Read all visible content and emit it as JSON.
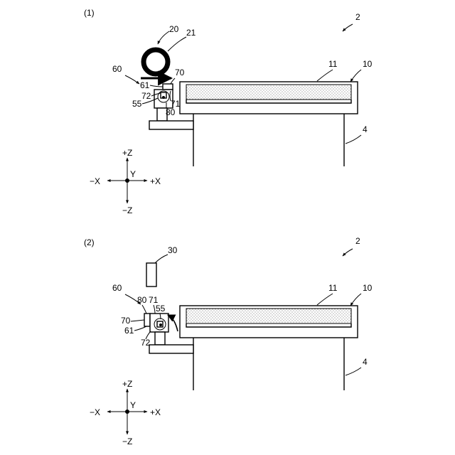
{
  "figure1": {
    "panel_label": "(1)",
    "labels": {
      "device": "2",
      "tray": "10",
      "media": "11",
      "leg": "4",
      "roll_assembly": "20",
      "roll": "21",
      "unit": "60",
      "part70": "70",
      "part61": "61",
      "part72": "72",
      "part55": "55",
      "part71": "71",
      "part80": "80"
    },
    "axes": {
      "up": "+Z",
      "down": "−Z",
      "left": "−X",
      "right": "+X",
      "center": "Y"
    }
  },
  "figure2": {
    "panel_label": "(2)",
    "labels": {
      "device": "2",
      "tray": "10",
      "media": "11",
      "leg": "4",
      "block": "30",
      "unit": "60",
      "part80": "80",
      "part71": "71",
      "part55": "55",
      "part70": "70",
      "part61": "61",
      "part72": "72"
    },
    "axes": {
      "up": "+Z",
      "down": "−Z",
      "left": "−X",
      "right": "+X",
      "center": "Y"
    }
  }
}
